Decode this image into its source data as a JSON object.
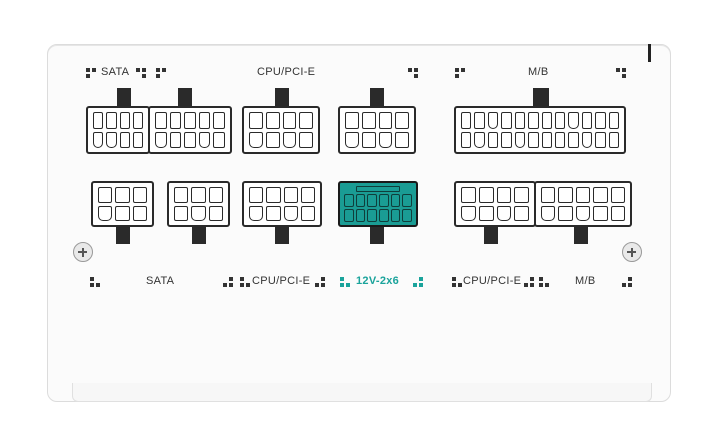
{
  "labels": {
    "top_sata": "SATA",
    "top_cpu_pcie": "CPU/PCI-E",
    "top_mb": "M/B",
    "bottom_sata": "SATA",
    "bottom_cpu_pcie_1": "CPU/PCI-E",
    "bottom_12v": "12V-2x6",
    "bottom_cpu_pcie_2": "CPU/PCI-E",
    "bottom_mb": "M/B"
  },
  "colors": {
    "accent": "#1aa39b",
    "connector_outline": "#2a2a2a",
    "panel": "#fbfbfb"
  },
  "icons": [
    "screw-icon",
    "port-marker-icon"
  ]
}
